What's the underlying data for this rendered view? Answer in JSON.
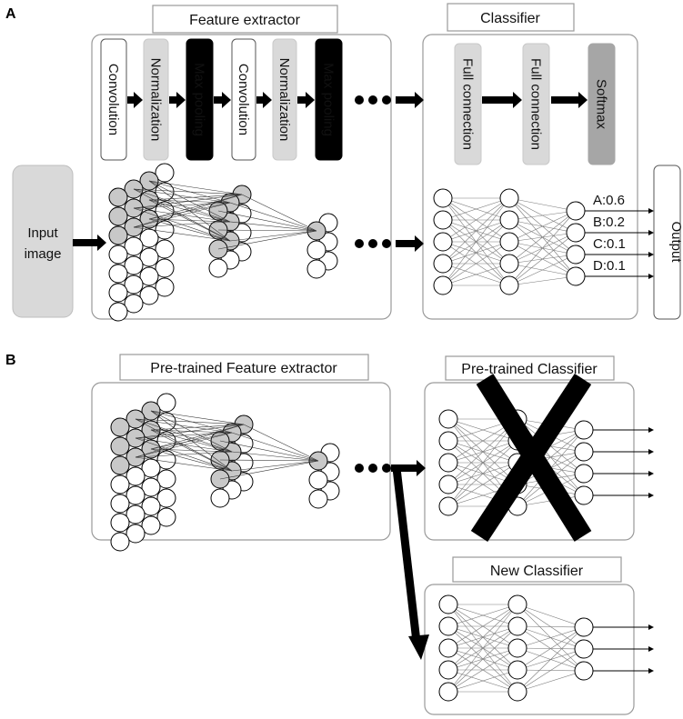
{
  "panel_a": {
    "letter": "A",
    "feature_extractor_title": "Feature extractor",
    "classifier_title": "Classifier",
    "input_label_line1": "Input",
    "input_label_line2": "image",
    "output_label": "Output",
    "layers": [
      {
        "label": "Convolution",
        "style": "white"
      },
      {
        "label": "Normalization",
        "style": "light"
      },
      {
        "label": "Max pooling",
        "style": "black"
      },
      {
        "label": "Convolution",
        "style": "white"
      },
      {
        "label": "Normalization",
        "style": "light"
      },
      {
        "label": "Max pooling",
        "style": "black"
      }
    ],
    "classifier_layers": [
      {
        "label": "Full connection",
        "style": "light"
      },
      {
        "label": "Full connection",
        "style": "light"
      },
      {
        "label": "Softmax",
        "style": "dark"
      }
    ],
    "outputs": [
      "A:0.6",
      "B:0.2",
      "C:0.1",
      "D:0.1"
    ]
  },
  "panel_b": {
    "letter": "B",
    "pretrained_extractor_title": "Pre-trained Feature extractor",
    "pretrained_classifier_title": "Pre-trained Classifier",
    "new_classifier_title": "New Classifier"
  },
  "colors": {
    "box_border": "#9a9a9a",
    "light_fill": "#d9d9d9",
    "dark_fill": "#a6a6a6",
    "black_fill": "#000000",
    "node_gray": "#c8c8c8"
  }
}
